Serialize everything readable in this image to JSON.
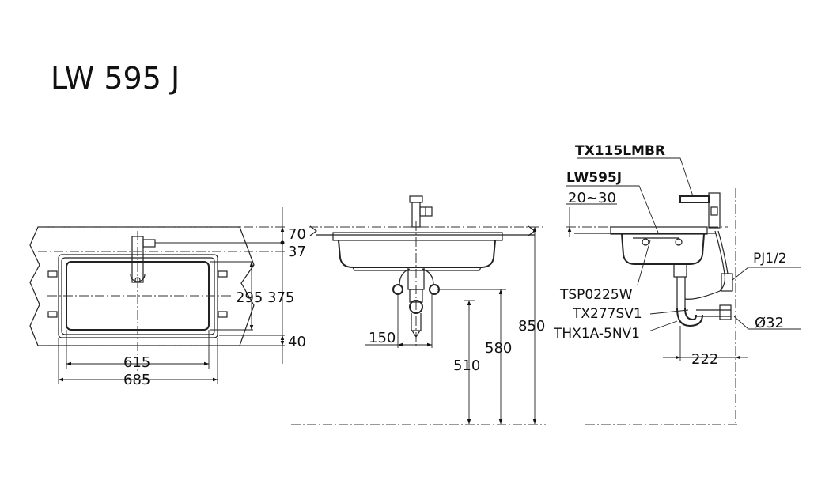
{
  "title": "LW 595 J",
  "dimensions": {
    "top_70": "70",
    "top_37": "37",
    "h_295": "295",
    "h_375": "375",
    "h_40": "40",
    "w_615": "615",
    "w_685": "685",
    "front_150": "150",
    "front_510": "510",
    "front_580": "580",
    "front_850": "850",
    "side_20_30": "20~30",
    "side_222": "222",
    "side_d32": "Ø32"
  },
  "parts": {
    "faucet": "TX115LMBR",
    "basin": "LW595J",
    "valve": "TSP0225W",
    "trap": "TX277SV1",
    "hose": "THX1A-5NV1",
    "wall_pipe": "PJ1/2"
  }
}
